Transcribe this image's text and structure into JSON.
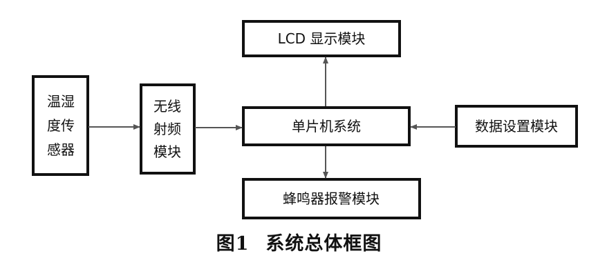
{
  "diagram": {
    "nodes": {
      "lcd": {
        "label": "LCD 显示模块"
      },
      "sensor": {
        "lines": [
          "温湿",
          "度传",
          "感器"
        ]
      },
      "rf": {
        "lines": [
          "无线",
          "射频",
          "模块"
        ]
      },
      "mcu": {
        "label": "单片机系统"
      },
      "settings": {
        "label": "数据设置模块"
      },
      "buzzer": {
        "label": "蜂鸣器报警模块"
      }
    }
  },
  "caption": {
    "number": "图1",
    "title": "系统总体框图"
  }
}
